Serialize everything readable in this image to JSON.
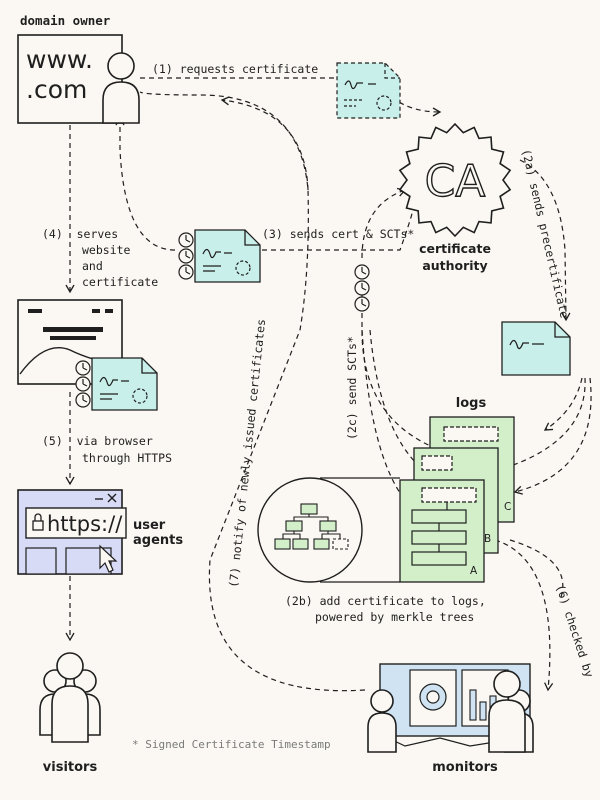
{
  "labels": {
    "domain_owner": "domain owner",
    "ca_title_1": "certificate",
    "ca_title_2": "authority",
    "user_agents_1": "user",
    "user_agents_2": "agents",
    "visitors": "visitors",
    "monitors": "monitors",
    "logs": "logs",
    "website_line_1": "www.",
    "website_line_2": ".com",
    "ca_mark": "CA",
    "url_text": "https://",
    "log_a": "A",
    "log_b": "B",
    "log_c": "C",
    "footnote": "* Signed Certificate Timestamp"
  },
  "steps": {
    "s1": "(1) requests certificate",
    "s2a": "(2a) sends precertificate",
    "s2b_1": "(2b) add certificate to logs,",
    "s2b_2": "powered by merkle trees",
    "s2c": "(2c) send SCTs*",
    "s3": "(3) sends cert & SCTs*",
    "s4_1": "(4)  serves",
    "s4_2": "website",
    "s4_3": "and",
    "s4_4": "certificate",
    "s5_1": "(5)  via browser",
    "s5_2": "through HTTPS",
    "s6": "(6) checked by",
    "s7": "(7) notify of newly issued certificates"
  },
  "colors": {
    "background": "#fbf8f3",
    "ink": "#1f1f1f",
    "certificate_fill": "#c8efea",
    "log_fill": "#d3efc9",
    "browser_fill": "#d7dbf6",
    "monitor_screen_fill": "#cfe3f3"
  }
}
